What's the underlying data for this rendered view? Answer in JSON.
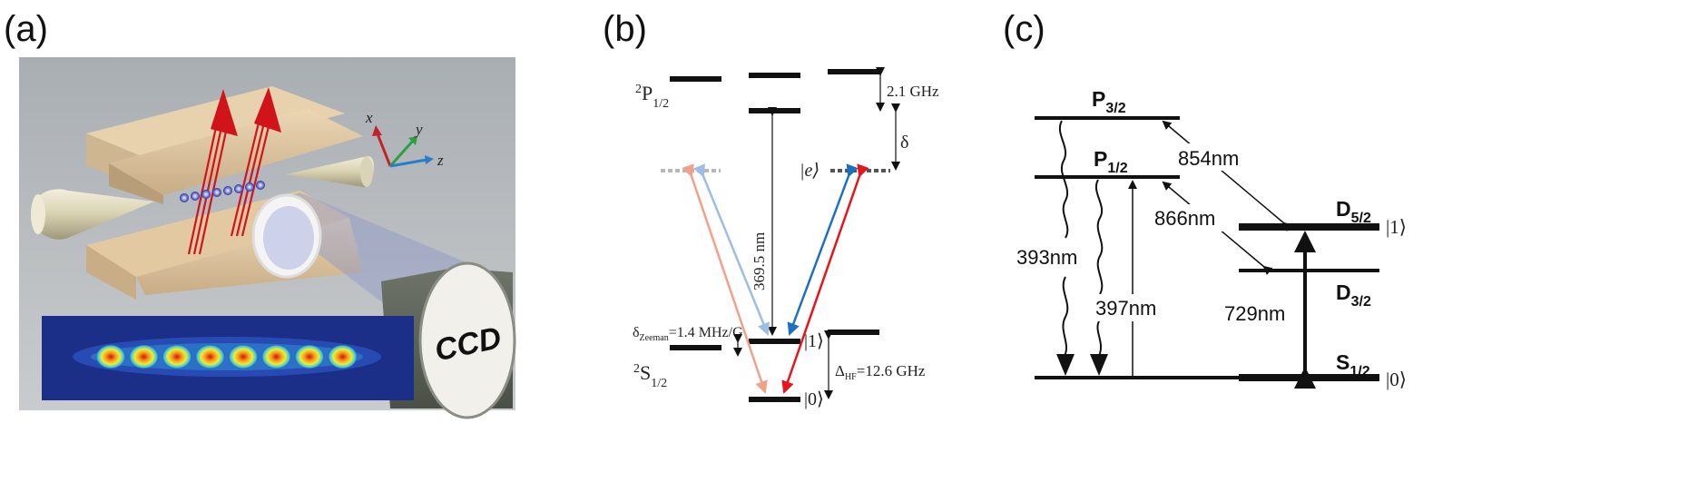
{
  "panels": {
    "a": {
      "label": "(a)",
      "axis_x": "x",
      "axis_y": "y",
      "axis_z": "z",
      "camera_text": "CCD",
      "ion_count": 8
    },
    "b": {
      "label": "(b)",
      "p_state": "P",
      "p_sup": "2",
      "p_sub": "1/2",
      "s_state": "S",
      "s_sup": "2",
      "s_sub": "1/2",
      "p_splitting": "2.1 GHz",
      "detuning": "δ",
      "excited_ket": "|e⟩",
      "wavelength": "369.5 nm",
      "zeeman_prefix": "δ",
      "zeeman_sub": "Zeeman",
      "zeeman_value": "=1.4 MHz/G",
      "ket_one": "|1⟩",
      "ket_zero": "|0⟩",
      "hf_prefix": "Δ",
      "hf_sub": "HF",
      "hf_value": "=12.6 GHz",
      "colors": {
        "red": "#e8141c",
        "blue": "#1f6fc0",
        "light_red": "#f3a08a",
        "light_blue": "#9dbde3"
      }
    },
    "c": {
      "label": "(c)",
      "p32": "P",
      "p32_sub": "3/2",
      "p12": "P",
      "p12_sub": "1/2",
      "d52": "D",
      "d52_sub": "5/2",
      "d32": "D",
      "d32_sub": "3/2",
      "s12": "S",
      "s12_sub": "1/2",
      "ket_one": "|1⟩",
      "ket_zero": "|0⟩",
      "w854": "854nm",
      "w866": "866nm",
      "w393": "393nm",
      "w397": "397nm",
      "w729": "729nm"
    }
  }
}
